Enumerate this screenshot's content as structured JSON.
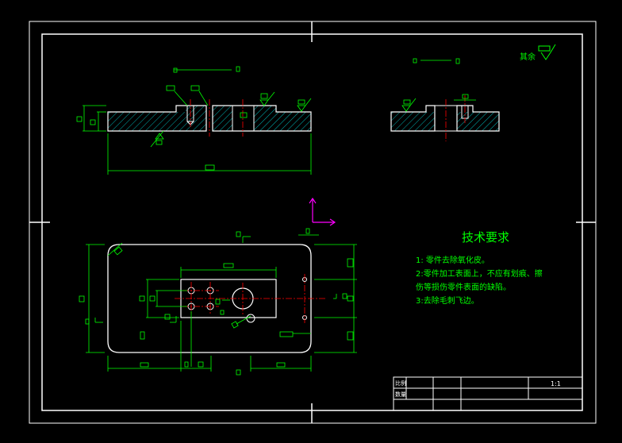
{
  "drawing": {
    "colors": {
      "background": "#000000",
      "outline": "#ffffff",
      "dimension": "#00ff00",
      "centerline": "#ff0000",
      "axis": "#ff00ff",
      "hatch": "#00ffff"
    },
    "roughness_note": "其余",
    "tech_requirements": {
      "title": "技术要求",
      "items": [
        "1: 零件去除氧化皮。",
        "2:零件加工表面上，不应有划痕、擦",
        "伤等损伤零件表面的缺陷。",
        "3:去除毛刺飞边。"
      ]
    },
    "title_block": {
      "label_1": "比例",
      "label_2": "数量",
      "scale": "1:1"
    }
  }
}
